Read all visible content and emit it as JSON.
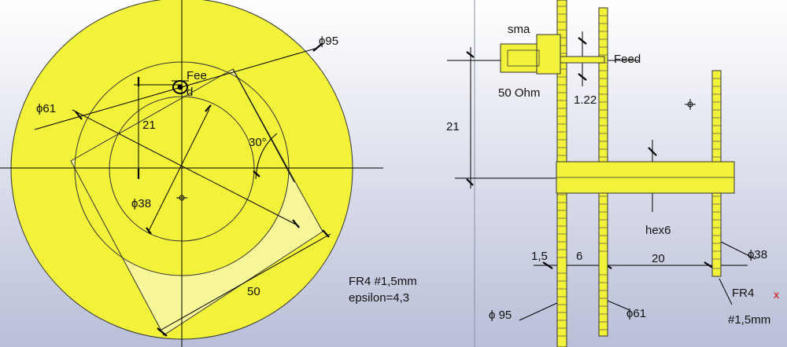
{
  "left_view": {
    "labels": {
      "d95": "ϕ95",
      "d61": "ϕ61",
      "d38": "ϕ38",
      "feed": "Fee",
      "feed_d": "d",
      "dim21": "21",
      "angle30": "30°",
      "dim50": "50",
      "material": "FR4 #1,5mm",
      "epsilon": "epsilon=4,3"
    }
  },
  "right_view": {
    "labels": {
      "sma": "sma",
      "feed": "Feed",
      "ohm": "50 Ohm",
      "dim122": "1.22",
      "dim21": "21",
      "hex6": "hex6",
      "dim15": "1,5",
      "dim6": "6",
      "dim20": "20",
      "d38": "ϕ38",
      "fr4": "FR4",
      "thickness": "#1,5mm",
      "d95": "ϕ 95",
      "d61": "ϕ61",
      "marker": "x"
    }
  },
  "colors": {
    "yellow": "#f2f23a",
    "light_yellow": "#f7f79a",
    "background_gradient_top": "#ffffff",
    "background_gradient_bottom": "#b9bfd8",
    "marker_red": "#d40000"
  }
}
